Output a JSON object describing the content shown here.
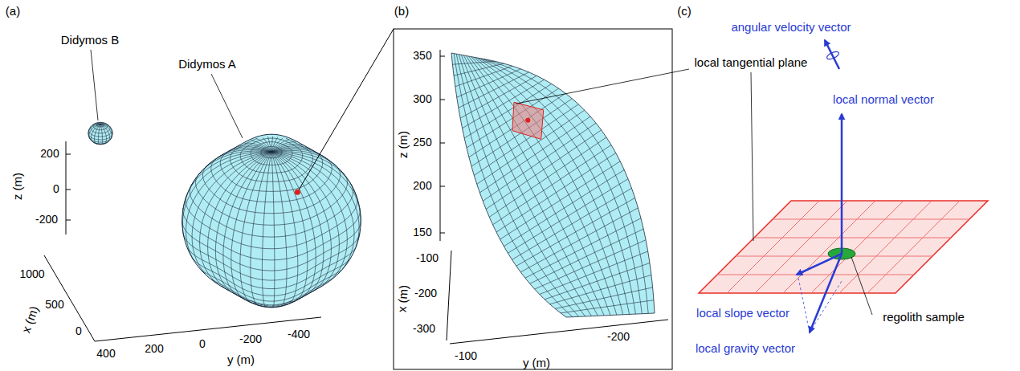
{
  "diagram": {
    "labels": [
      "(a)",
      "Didymos B",
      "Didymos A",
      "z (m)",
      "200",
      "0",
      "-200",
      "x (m)",
      "1000",
      "500",
      "0",
      "400",
      "200",
      "0",
      "-200",
      "-400",
      "y (m)",
      "(b)",
      "350",
      "300",
      "250",
      "200",
      "150",
      "z (m)",
      "-100",
      "-200",
      "-300",
      "x (m)",
      "-100",
      "-200",
      "y (m)",
      "local tangential plane",
      "(c)",
      "angular velocity vector",
      "local normal vector",
      "local slope vector",
      "regolith sample",
      "local gravity vector"
    ]
  }
}
